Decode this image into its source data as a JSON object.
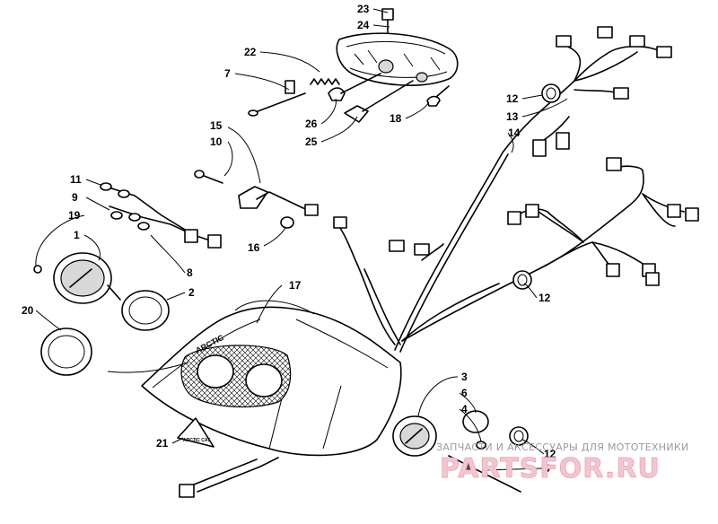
{
  "diagram": {
    "callouts": [
      {
        "id": "c23",
        "label": "23"
      },
      {
        "id": "c24",
        "label": "24"
      },
      {
        "id": "c22",
        "label": "22"
      },
      {
        "id": "c7",
        "label": "7"
      },
      {
        "id": "c26",
        "label": "26"
      },
      {
        "id": "c25",
        "label": "25"
      },
      {
        "id": "c18",
        "label": "18"
      },
      {
        "id": "c12a",
        "label": "12"
      },
      {
        "id": "c13",
        "label": "13"
      },
      {
        "id": "c14",
        "label": "14"
      },
      {
        "id": "c15",
        "label": "15"
      },
      {
        "id": "c10",
        "label": "10"
      },
      {
        "id": "c16",
        "label": "16"
      },
      {
        "id": "c11",
        "label": "11"
      },
      {
        "id": "c9",
        "label": "9"
      },
      {
        "id": "c19",
        "label": "19"
      },
      {
        "id": "c1",
        "label": "1"
      },
      {
        "id": "c8",
        "label": "8"
      },
      {
        "id": "c2",
        "label": "2"
      },
      {
        "id": "c20",
        "label": "20"
      },
      {
        "id": "c17",
        "label": "17"
      },
      {
        "id": "c12b",
        "label": "12"
      },
      {
        "id": "c21",
        "label": "21"
      },
      {
        "id": "c3",
        "label": "3"
      },
      {
        "id": "c6",
        "label": "6"
      },
      {
        "id": "c4",
        "label": "4"
      },
      {
        "id": "c12c",
        "label": "12"
      },
      {
        "id": "c5",
        "label": "5"
      }
    ],
    "decal_text": "ARCTIC CAT",
    "nameplate_text": "ARCTIC"
  },
  "watermark": {
    "caption": "ЗАПЧАСТИ И АКСЕССУАРЫ ДЛЯ МОТОТЕХНИКИ",
    "brand": "PARTSFOR.RU"
  },
  "colors": {
    "ink": "#000000",
    "watermark_text": "#9a9a9a",
    "watermark_brand": "#f3c6cf"
  }
}
